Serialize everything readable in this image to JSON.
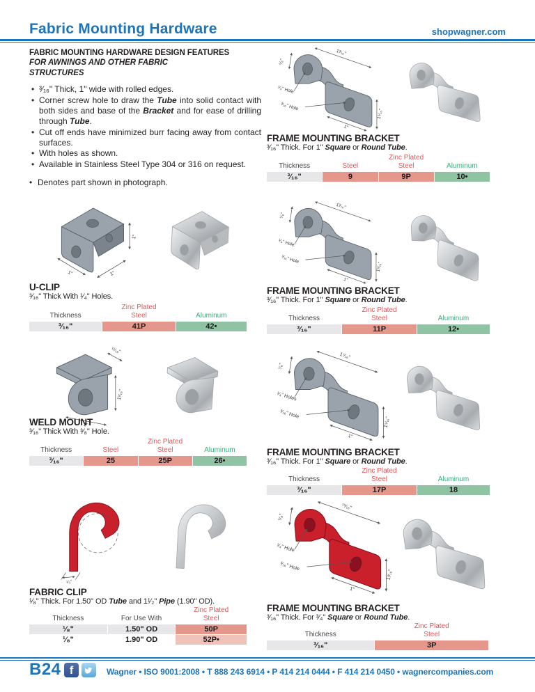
{
  "header": {
    "title": "Fabric Mounting Hardware",
    "website": "shopwagner.com"
  },
  "colors": {
    "accent_blue": "#1c74bb",
    "table_red_text": "#e65357",
    "table_green_text": "#3aab7c",
    "steel_cell": "#e5978c",
    "aluminum_cell": "#8fc3a4",
    "thickness_cell": "#e7e7e9",
    "part_red": "#c9202c"
  },
  "labels": {
    "thickness": "Thickness",
    "steel": "Steel",
    "zinc_plated_steel": "Zinc Plated\nSteel",
    "aluminum": "Aluminum",
    "for_use_with": "For Use With"
  },
  "features": {
    "heading": "FABRIC MOUNTING HARDWARE DESIGN FEATURES",
    "subheading": "FOR AWNINGS AND OTHER FABRIC\nSTRUCTURES",
    "bullets": [
      [
        {
          "t": "³⁄₁₆\" Thick, 1\" wide with rolled edges."
        }
      ],
      [
        {
          "t": "Corner screw hole to draw the "
        },
        {
          "t": "Tube",
          "b": true
        },
        {
          "t": " into solid contact with both sides and base of the "
        },
        {
          "t": "Bracket",
          "b": true
        },
        {
          "t": " and for ease of drilling through "
        },
        {
          "t": "Tube",
          "b": true
        },
        {
          "t": "."
        }
      ],
      [
        {
          "t": "Cut off ends have minimized burr facing away from contact surfaces."
        }
      ],
      [
        {
          "t": "With holes as shown."
        }
      ],
      [
        {
          "t": "Available in Stainless Steel Type 304 or 316 on request."
        }
      ]
    ],
    "denotes": "Denotes part shown in photograph."
  },
  "products": {
    "frame_bracket_1": {
      "title": "FRAME MOUNTING BRACKET",
      "subtitle": [
        {
          "t": "³⁄₁₆\" Thick. For 1\" "
        },
        {
          "t": "Square",
          "b": true
        },
        {
          "t": " or "
        },
        {
          "t": "Round Tube",
          "b": true
        },
        {
          "t": "."
        }
      ],
      "dims": {
        "left": "⁵⁄₈\"",
        "top": "1³⁄₁₆\"",
        "hole1": "¹⁄₄\" Hole",
        "hole2": "³⁄₁₆\" Hole",
        "bottom": "1\"",
        "right": "1⁵⁄₁₆\""
      },
      "row": {
        "thickness": "³⁄₁₆\"",
        "steel": "9",
        "zinc": "9P",
        "aluminum": "10•"
      }
    },
    "u_clip": {
      "title": "U-CLIP",
      "subtitle": [
        {
          "t": "³⁄₁₆\" Thick With ¹⁄₄\" Holes."
        }
      ],
      "dims": {
        "d1": "1\"",
        "d2": "1\"",
        "d3": "1\""
      },
      "row": {
        "thickness": "³⁄₁₆\"",
        "zinc": "41P",
        "aluminum": "42•"
      }
    },
    "frame_bracket_2": {
      "title": "FRAME MOUNTING BRACKET",
      "subtitle": [
        {
          "t": "³⁄₁₆\" Thick. For 1\" "
        },
        {
          "t": "Square",
          "b": true
        },
        {
          "t": " or "
        },
        {
          "t": "Round Tube",
          "b": true
        },
        {
          "t": "."
        }
      ],
      "dims": {
        "left": "⁵⁄₈\"",
        "top": "1³⁄₁₆\"",
        "hole1": "¹⁄₄\" Hole",
        "hole2": "³⁄₁₆\" Hole",
        "bottom": "1\"",
        "right": "1⁵⁄₁₆\""
      },
      "row": {
        "thickness": "³⁄₁₆\"",
        "zinc": "11P",
        "aluminum": "12•"
      }
    },
    "weld_mount": {
      "title": "WELD MOUNT",
      "subtitle": [
        {
          "t": "³⁄₁₆\" Thick With ³⁄₈\" Hole."
        }
      ],
      "dims": {
        "top": "¹¹⁄₁₆\"",
        "right": "1¹⁄₁₆\"",
        "bottom": "1\""
      },
      "row": {
        "thickness": "³⁄₁₆\"",
        "steel": "25",
        "zinc": "25P",
        "aluminum": "26•"
      }
    },
    "frame_bracket_3": {
      "title": "FRAME MOUNTING BRACKET",
      "subtitle": [
        {
          "t": "³⁄₁₆\" Thick. For 1\" "
        },
        {
          "t": "Square",
          "b": true
        },
        {
          "t": " or "
        },
        {
          "t": "Round Tube",
          "b": true
        },
        {
          "t": "."
        }
      ],
      "dims": {
        "left": "⁷⁄₈\"",
        "top": "1⁷⁄₁₆\"",
        "hole1": "¹⁄₄\" Holes",
        "hole2": "³⁄₁₆\" Hole",
        "bottom": "1\"",
        "right": "1⁵⁄₁₆\""
      },
      "row": {
        "thickness": "³⁄₁₆\"",
        "zinc": "17P",
        "aluminum": "18"
      }
    },
    "fabric_clip": {
      "title": "FABRIC CLIP",
      "subtitle": [
        {
          "t": "¹⁄₈\" Thick. For 1.50\" OD "
        },
        {
          "t": "Tube",
          "b": true
        },
        {
          "t": " and 1¹⁄₂\" "
        },
        {
          "t": "Pipe",
          "b": true
        },
        {
          "t": " (1.90\" OD)."
        }
      ],
      "dims": {
        "width": "¹⁄₂\""
      },
      "rows": [
        {
          "thickness": "¹⁄₈\"",
          "use": "1.50\" OD",
          "zinc": "50P"
        },
        {
          "thickness": "¹⁄₈\"",
          "use": "1.90\" OD",
          "zinc": "52P•"
        }
      ]
    },
    "frame_bracket_4": {
      "title": "FRAME MOUNTING BRACKET",
      "subtitle": [
        {
          "t": "³⁄₁₆\" Thick. For ³⁄₄\" "
        },
        {
          "t": "Square",
          "b": true
        },
        {
          "t": " or "
        },
        {
          "t": "Round Tube",
          "b": true
        },
        {
          "t": "."
        }
      ],
      "dims": {
        "left": "⁵⁄₈\"",
        "top": "¹⁵⁄₁₆\"",
        "hole1": "¹⁄₄\" Hole",
        "hole2": "³⁄₁₆\" Hole",
        "bottom": "1\"",
        "right": "1³⁄₁₆\""
      },
      "row": {
        "thickness": "³⁄₁₆\"",
        "zinc": "3P"
      }
    }
  },
  "footer": {
    "page": "B24",
    "facebook_glyph": "f",
    "company_line": "Wagner • ISO 9001:2008 • T 888 243 6914 • P 414 214 0444 • F 414 214 0450 • wagnercompanies.com"
  }
}
